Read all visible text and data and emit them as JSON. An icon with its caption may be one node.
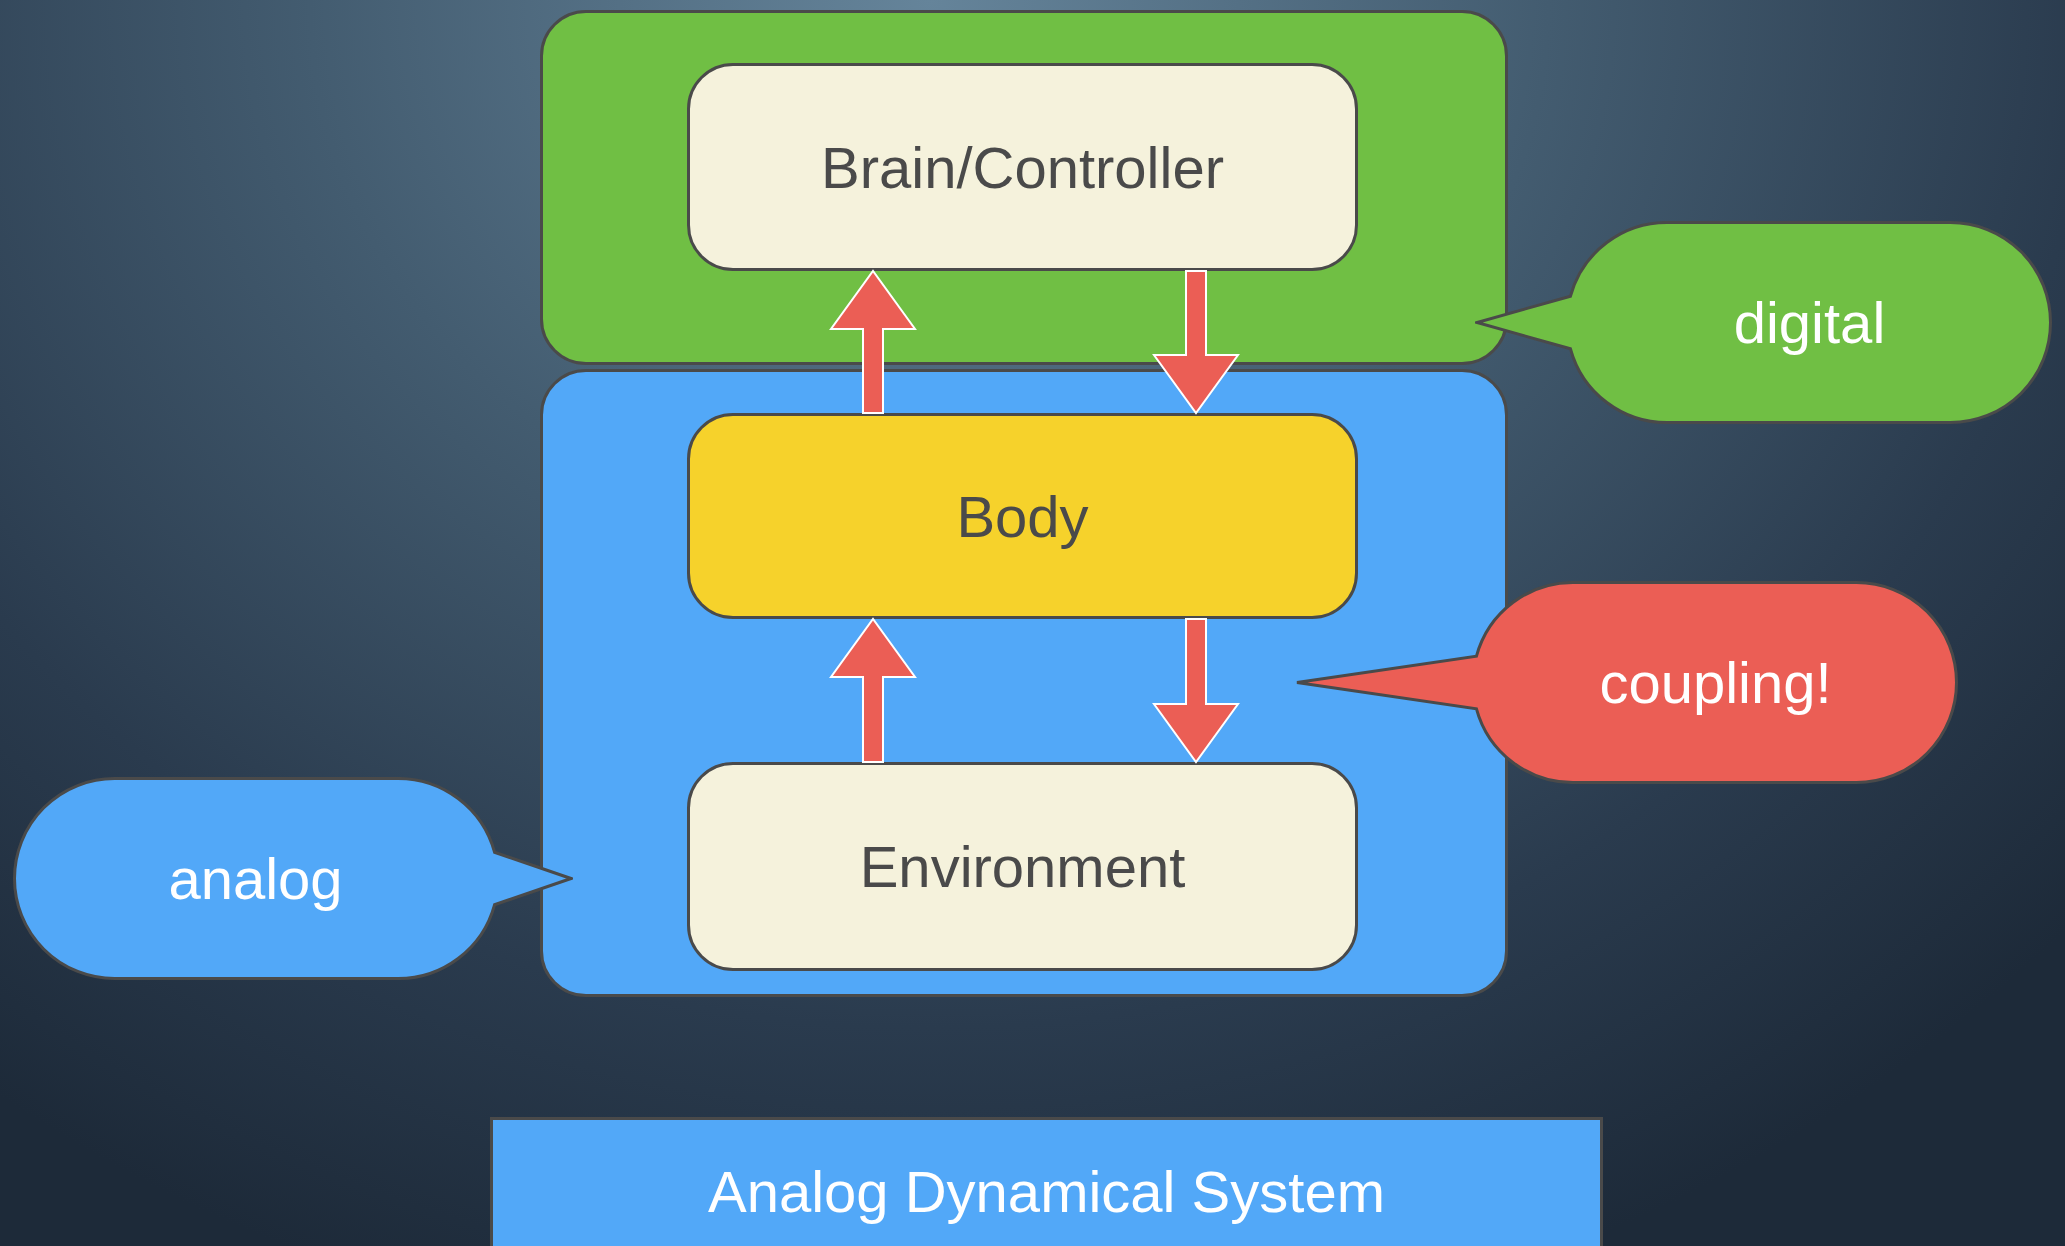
{
  "diagram": {
    "nodes": [
      {
        "text": [],
        "shape": "box"
      },
      {
        "text": [
          "Brain/Controller"
        ],
        "in": 0
      },
      {
        "text": [],
        "shape": "box"
      },
      {
        "text": [
          "Body"
        ],
        "in": 2
      },
      {
        "text": [
          "Environment"
        ],
        "in": 2
      },
      {
        "text": [
          "digital"
        ]
      },
      {
        "text": [
          "coupling!"
        ]
      },
      {
        "text": [
          "analog"
        ]
      },
      {
        "text": [
          "Analog Dynamical System"
        ]
      }
    ],
    "edges": [
      {
        "from": 3,
        "to": 1,
        "arrow": "to"
      },
      {
        "from": 1,
        "to": 3,
        "arrow": "to"
      },
      {
        "from": 4,
        "to": 3,
        "arrow": "to"
      },
      {
        "from": 3,
        "to": 4,
        "arrow": "to"
      }
    ]
  }
}
